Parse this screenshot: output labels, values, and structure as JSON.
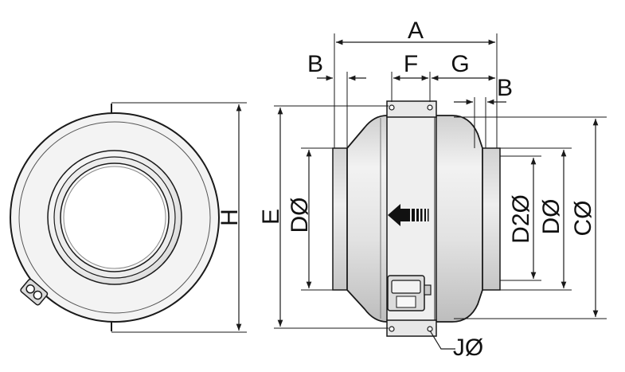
{
  "labels": {
    "A": "A",
    "B_left": "B",
    "F": "F",
    "G": "G",
    "B_right": "B",
    "H": "H",
    "E": "E",
    "D_left": "DØ",
    "D2": "D2Ø",
    "D_right": "DØ",
    "C": "CØ",
    "J": "JØ"
  },
  "colors": {
    "line": "#1a1a1a",
    "body_fill": "#e6e6e6",
    "body_shade": "#c8c8c8",
    "duct_fill": "#dcdcdc",
    "arrow": "#111111"
  },
  "icons": {
    "airflow": "airflow-arrow-icon",
    "terminal_box": "terminal-box-icon",
    "cable_gland": "cable-gland-icon"
  }
}
